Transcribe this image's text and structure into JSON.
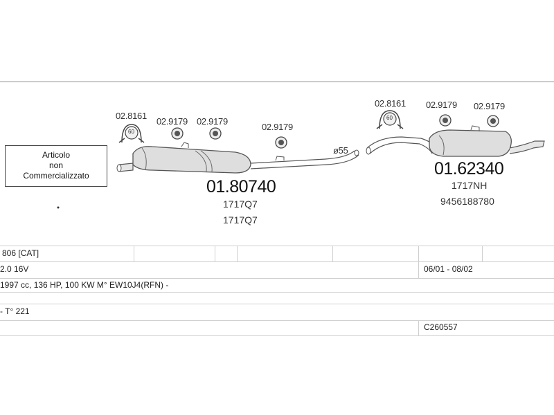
{
  "note": {
    "line1": "Articolo",
    "line2": "non",
    "line3": "Commercializzato"
  },
  "parts_left": {
    "clamp_big": "02.8161",
    "clamp_a": "02.9179",
    "clamp_b": "02.9179",
    "clamp_c": "02.9179",
    "clamp_big_badge": "60",
    "part_number": "01.80740",
    "ref1": "1717Q7",
    "ref2": "1717Q7"
  },
  "pipe_diameter": "ø55",
  "parts_right": {
    "clamp_big": "02.8161",
    "clamp_a": "02.9179",
    "clamp_b": "02.9179",
    "clamp_big_badge": "60",
    "part_number": "01.62340",
    "ref1": "1717NH",
    "ref2": "9456188780"
  },
  "info_rows": {
    "model": "806  [CAT]",
    "engine": "2.0 16V",
    "years": "06/01 - 08/02",
    "specs": "1997 cc, 136 HP, 100 KW M° EW10J4(RFN) -",
    "type": "- T° 221",
    "catalog_code": "C260557"
  },
  "colors": {
    "line": "#555555",
    "part_fill": "#d9d9d9",
    "grid_line": "#cfcfcf"
  }
}
